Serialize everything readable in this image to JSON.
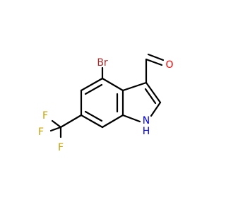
{
  "molecule": {
    "atoms": {
      "bromine": "Br",
      "oxygen": "O",
      "nitrogen": "N",
      "hydrogen_on_n": "H",
      "fluorine_1": "F",
      "fluorine_2": "F",
      "fluorine_3": "F"
    },
    "colors": {
      "bond": "#000000",
      "bromine": "#a52a2a",
      "oxygen": "#ff0000",
      "nitrogen": "#0000ff",
      "fluorine": "#c8a000"
    }
  }
}
